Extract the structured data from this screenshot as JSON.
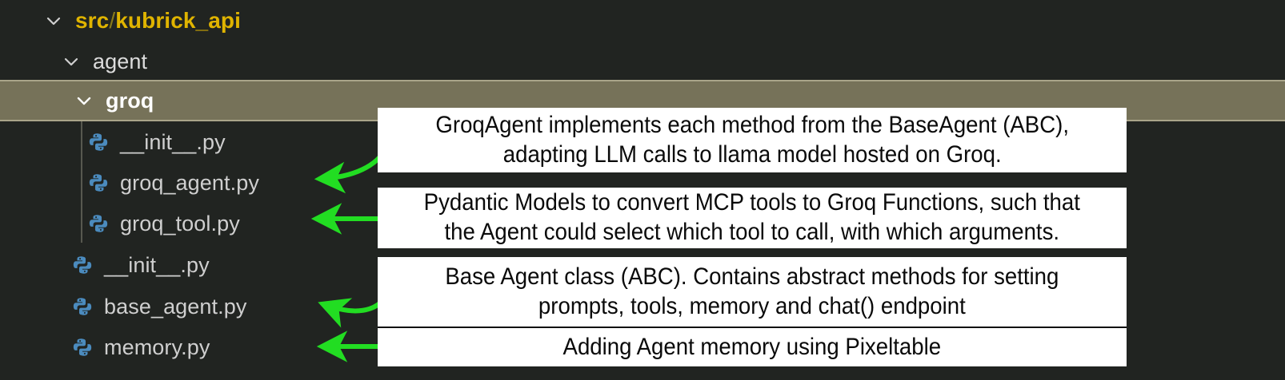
{
  "editor": {
    "theme_background": "#212421",
    "selected_row_color": "#767259",
    "accent_folder_color": "#e0b400",
    "arrow_color": "#22dd22",
    "tree": [
      {
        "id": "root",
        "label_prefix": "src",
        "label_sep": "/",
        "label_main": "kubrick_api",
        "kind": "folder-root",
        "expanded": true,
        "selected": false,
        "icon": "chevron-down-icon",
        "depth": 0
      },
      {
        "id": "agent",
        "label": "agent",
        "kind": "folder",
        "expanded": true,
        "selected": false,
        "icon": "chevron-down-icon",
        "depth": 1
      },
      {
        "id": "groq",
        "label": "groq",
        "kind": "folder",
        "expanded": true,
        "selected": true,
        "icon": "chevron-down-icon",
        "depth": 2
      },
      {
        "id": "groq-init",
        "label": "__init__.py",
        "kind": "file",
        "icon": "python-file-icon",
        "depth": 3
      },
      {
        "id": "groq-agent",
        "label": "groq_agent.py",
        "kind": "file",
        "icon": "python-file-icon",
        "depth": 3
      },
      {
        "id": "groq-tool",
        "label": "groq_tool.py",
        "kind": "file",
        "icon": "python-file-icon",
        "depth": 3
      },
      {
        "id": "agent-init",
        "label": "__init__.py",
        "kind": "file",
        "icon": "python-file-icon",
        "depth": 2
      },
      {
        "id": "base-agent",
        "label": "base_agent.py",
        "kind": "file",
        "icon": "python-file-icon",
        "depth": 2
      },
      {
        "id": "memory",
        "label": "memory.py",
        "kind": "file",
        "icon": "python-file-icon",
        "depth": 2
      }
    ]
  },
  "annotations": {
    "callouts": [
      {
        "id": "callout-groq-agent",
        "target": "groq_agent.py",
        "line1": "GroqAgent implements each method from the BaseAgent (ABC),",
        "line2": "adapting LLM calls to llama model hosted on Groq.",
        "arrow": "curved-left-arrow"
      },
      {
        "id": "callout-groq-tool",
        "target": "groq_tool.py",
        "line1": "Pydantic Models to convert MCP tools to Groq Functions, such that",
        "line2": "the Agent could select which tool to call, with which arguments.",
        "arrow": "straight-left-arrow"
      },
      {
        "id": "callout-base-agent",
        "target": "base_agent.py",
        "line1": "Base Agent class (ABC). Contains abstract methods for setting",
        "line2": "prompts, tools, memory and chat() endpoint",
        "arrow": "curved-left-arrow"
      },
      {
        "id": "callout-memory",
        "target": "memory.py",
        "line1": "Adding Agent memory using Pixeltable",
        "line2": "",
        "arrow": "straight-left-arrow"
      }
    ]
  }
}
